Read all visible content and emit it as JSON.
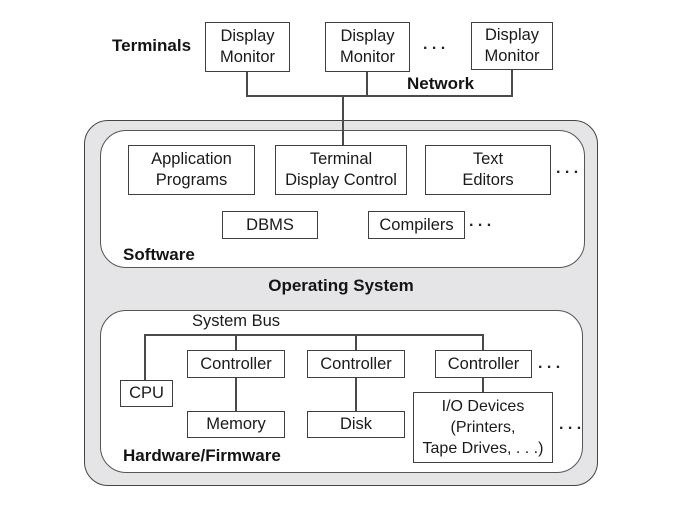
{
  "labels": {
    "terminals": "Terminals",
    "network": "Network",
    "operating_system": "Operating System",
    "software": "Software",
    "hardware_firmware": "Hardware/Firmware",
    "system_bus": "System Bus",
    "ellipsis": ". . ."
  },
  "terminals": {
    "monitors": [
      "Display\nMonitor",
      "Display\nMonitor",
      "Display\nMonitor"
    ]
  },
  "software": {
    "row1": [
      "Application\nPrograms",
      "Terminal\nDisplay Control",
      "Text\nEditors"
    ],
    "row2": [
      "DBMS",
      "Compilers"
    ]
  },
  "hardware": {
    "cpu": "CPU",
    "controllers": [
      "Controller",
      "Controller",
      "Controller"
    ],
    "memory": "Memory",
    "disk": "Disk",
    "io_devices": "I/O Devices\n(Printers,\nTape Drives, . . .)"
  },
  "colors": {
    "os_fill": "#e5e5e7",
    "box_border": "#3f3f3f",
    "line": "#4a4a4a"
  }
}
